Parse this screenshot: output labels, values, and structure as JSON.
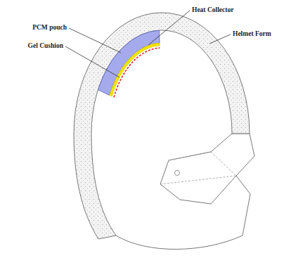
{
  "diagram": {
    "labels": [
      "Heat Collector",
      "PCM pouch",
      "Helmet Form",
      "Gel Cushion"
    ]
  }
}
